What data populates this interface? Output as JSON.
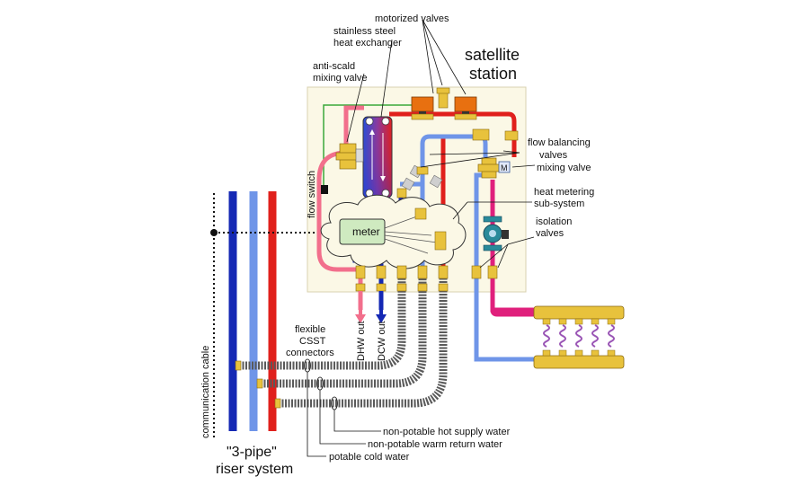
{
  "title": {
    "line1": "satellite",
    "line2": "station"
  },
  "labels": {
    "motorized_valves": "motorized valves",
    "hx_line1": "stainless steel",
    "hx_line2": "heat exchanger",
    "antiscald_line1": "anti-scald",
    "antiscald_line2": "mixing valve",
    "flow_balancing_line1": "flow balancing",
    "flow_balancing_line2": "valves",
    "mixing_valve": "mixing valve",
    "heat_metering_line1": "heat metering",
    "heat_metering_line2": "sub-system",
    "isolation_line1": "isolation",
    "isolation_line2": "valves",
    "flow_switch": "flow switch",
    "meter": "meter",
    "communication_cable": "communication cable",
    "csst_line1": "flexible",
    "csst_line2": "CSST",
    "csst_line3": "connectors",
    "dhw_out": "DHW out",
    "dcw_out": "DCW out",
    "hot_supply": "non-potable hot supply water",
    "warm_return": "non-potable warm return water",
    "cold_water": "potable cold water",
    "riser_line1": "\"3-pipe\"",
    "riser_line2": "riser system"
  },
  "colors": {
    "hot": "#e0201c",
    "cold": "#1428b4",
    "warm_return": "#6f95e8",
    "dhw": "#f26f8c",
    "heating_supply": "#e0207c",
    "brass": "#e8c23c",
    "control_wire": "#3aa83a",
    "panel": "#fbf8e6"
  }
}
